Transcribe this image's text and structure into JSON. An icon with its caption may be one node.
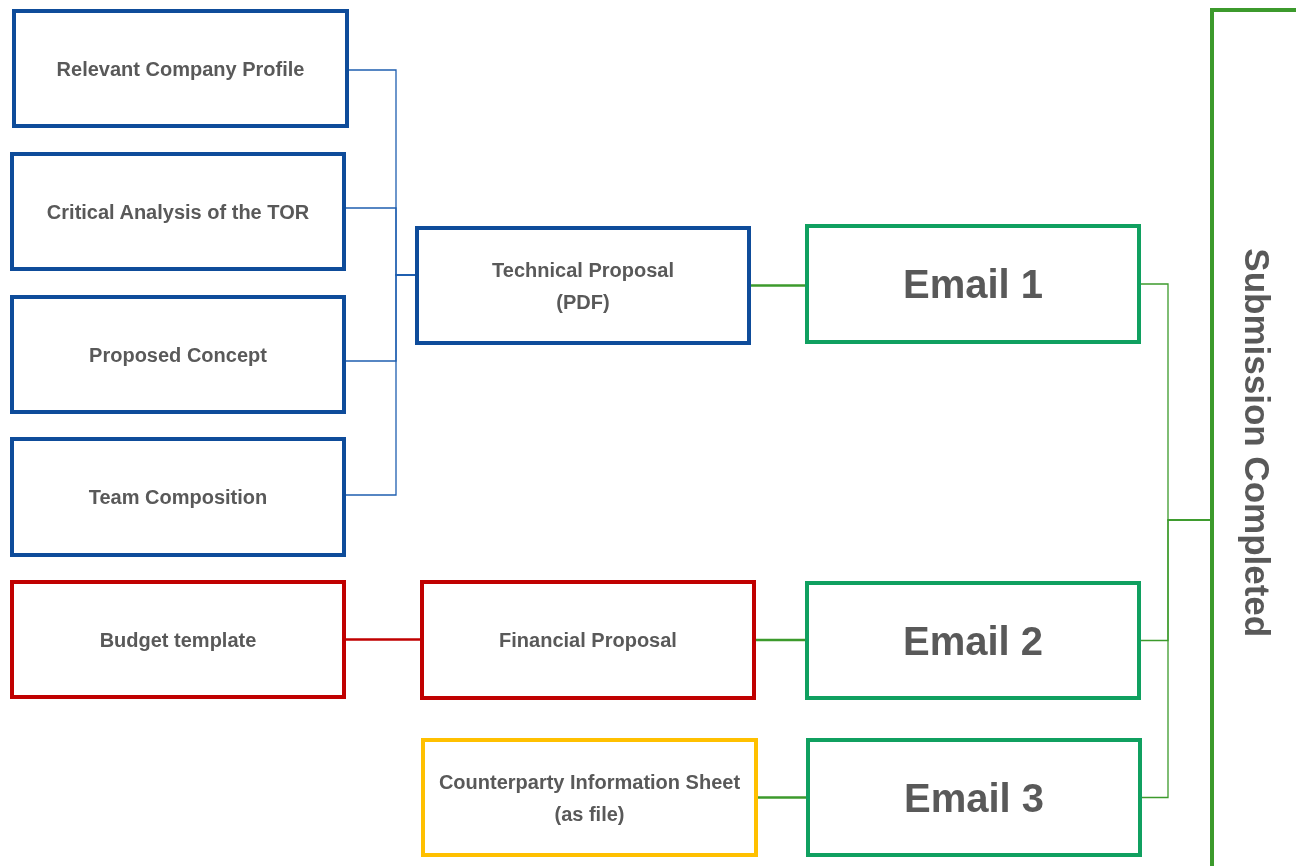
{
  "diagram": {
    "nodes": [
      {
        "text": [
          "Relevant Company Profile"
        ]
      },
      {
        "text": [
          "Critical Analysis of the TOR"
        ]
      },
      {
        "text": [
          "Proposed Concept"
        ]
      },
      {
        "text": [
          "Team Composition"
        ]
      },
      {
        "text": [
          "Technical Proposal",
          "(PDF)"
        ]
      },
      {
        "text": [
          "Email 1"
        ]
      },
      {
        "text": [
          "Budget template"
        ]
      },
      {
        "text": [
          "Financial Proposal"
        ]
      },
      {
        "text": [
          "Email 2"
        ]
      },
      {
        "text": [
          "Counterparty Information Sheet",
          "(as file)"
        ]
      },
      {
        "text": [
          "Email 3"
        ]
      },
      {
        "text": [
          "Submission Completed"
        ]
      }
    ],
    "edges": [
      {
        "from": 0,
        "to": 4,
        "arrow": "none",
        "color": "#1f5fb0"
      },
      {
        "from": 1,
        "to": 4,
        "arrow": "none",
        "color": "#1f5fb0"
      },
      {
        "from": 2,
        "to": 4,
        "arrow": "none",
        "color": "#1f5fb0"
      },
      {
        "from": 3,
        "to": 4,
        "arrow": "none",
        "color": "#1f5fb0"
      },
      {
        "from": 4,
        "to": 5,
        "arrow": "none"
      },
      {
        "from": 6,
        "to": 7,
        "arrow": "none",
        "color": "#c00000"
      },
      {
        "from": 7,
        "to": 8,
        "arrow": "none"
      },
      {
        "from": 9,
        "to": 10,
        "arrow": "none"
      },
      {
        "from": 5,
        "to": 11,
        "arrow": "none"
      },
      {
        "from": 8,
        "to": 11,
        "arrow": "none"
      },
      {
        "from": 10,
        "to": 11,
        "arrow": "none"
      }
    ]
  }
}
